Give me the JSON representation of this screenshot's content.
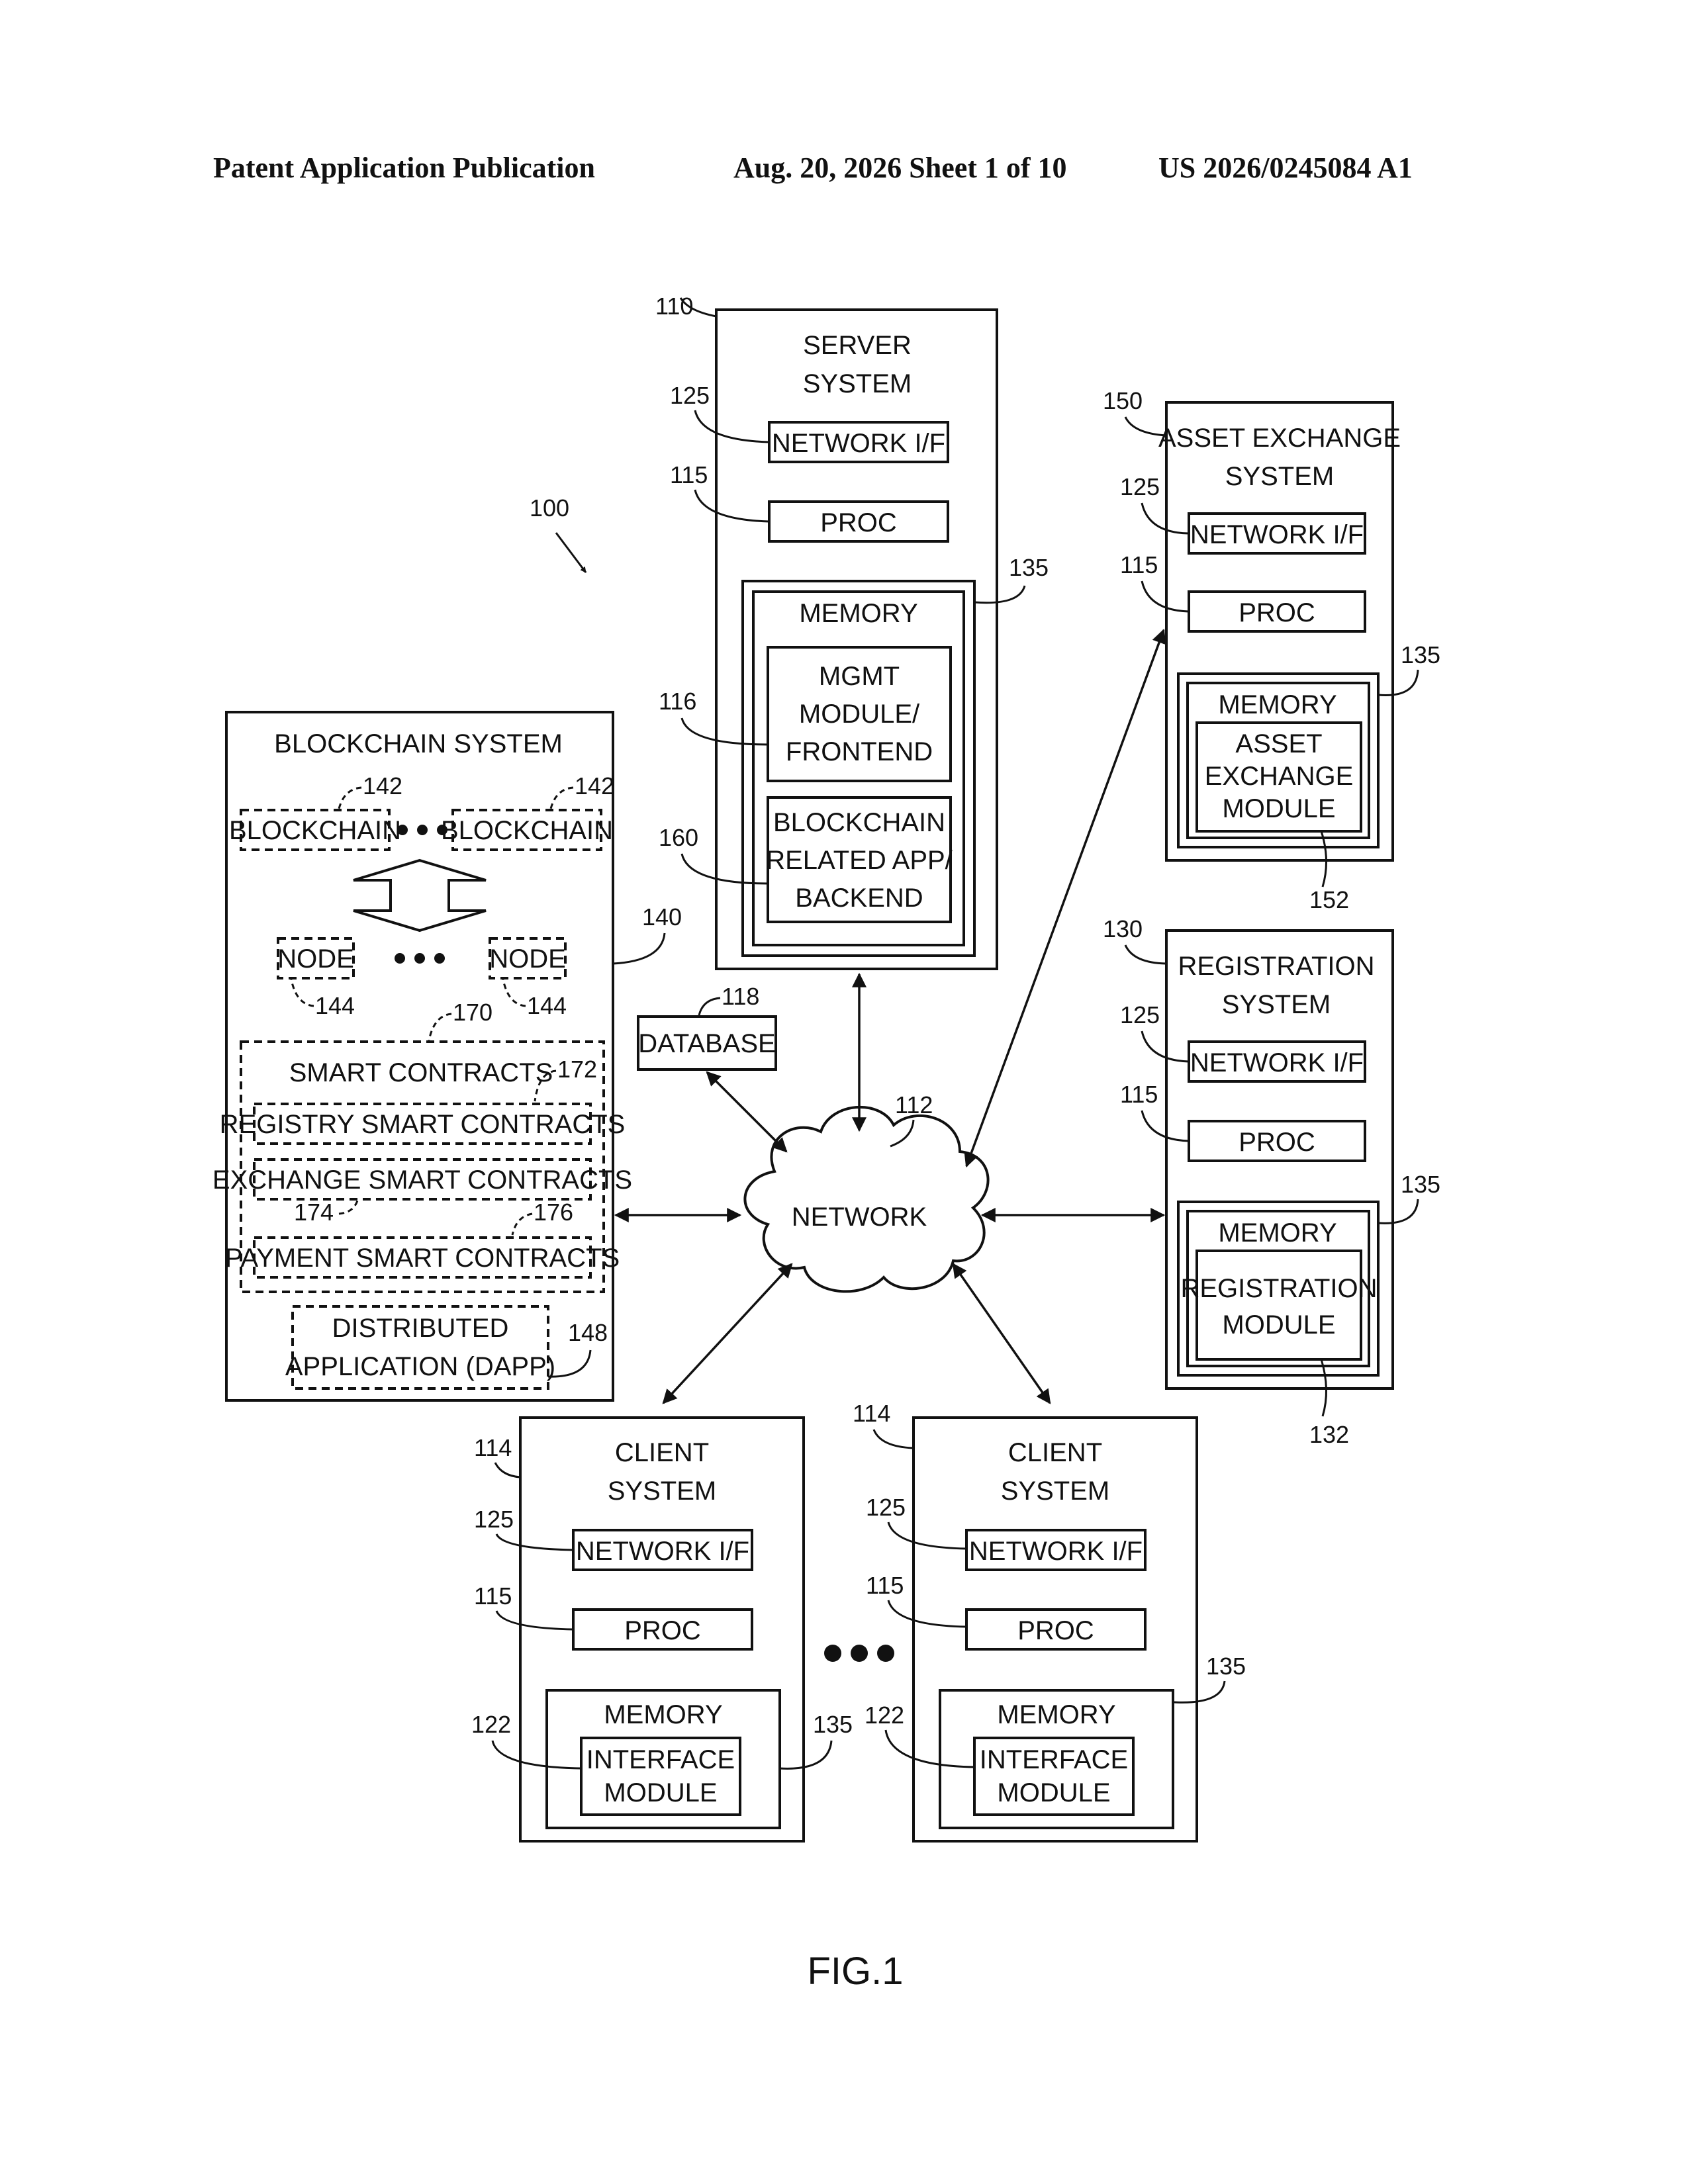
{
  "header": {
    "publication": "Patent Application Publication",
    "date_sheet": "Aug. 20, 2026  Sheet 1 of 10",
    "number": "US 2026/0245084 A1"
  },
  "refs": {
    "r100": "100",
    "r110": "110",
    "r112": "112",
    "r114": "114",
    "r115": "115",
    "r116": "116",
    "r118": "118",
    "r122": "122",
    "r125": "125",
    "r130": "130",
    "r132": "132",
    "r135": "135",
    "r140": "140",
    "r142": "142",
    "r144": "144",
    "r148": "148",
    "r150": "150",
    "r152": "152",
    "r160": "160",
    "r170": "170",
    "r172": "172",
    "r174": "174",
    "r176": "176"
  },
  "common": {
    "network_if": "NETWORK I/F",
    "proc": "PROC",
    "memory": "MEMORY"
  },
  "server": {
    "title_line1": "SERVER",
    "title_line2": "SYSTEM",
    "mgmt_line1": "MGMT",
    "mgmt_line2": "MODULE/",
    "mgmt_line3": "FRONTEND",
    "app_line1": "BLOCKCHAIN",
    "app_line2": "RELATED APP/",
    "app_line3": "BACKEND"
  },
  "asset_exchange": {
    "title_line1": "ASSET EXCHANGE",
    "title_line2": "SYSTEM",
    "module_line1": "ASSET",
    "module_line2": "EXCHANGE",
    "module_line3": "MODULE"
  },
  "registration": {
    "title_line1": "REGISTRATION",
    "title_line2": "SYSTEM",
    "module_line1": "REGISTRATION",
    "module_line2": "MODULE"
  },
  "blockchain_system": {
    "title": "BLOCKCHAIN SYSTEM",
    "blockchain": "BLOCKCHAIN",
    "node": "NODE",
    "smart_contracts": "SMART CONTRACTS",
    "registry": "REGISTRY SMART CONTRACTS",
    "exchange": "EXCHANGE SMART CONTRACTS",
    "payment": "PAYMENT SMART CONTRACTS",
    "dapp_line1": "DISTRIBUTED",
    "dapp_line2": "APPLICATION (DAPP)"
  },
  "database": {
    "label": "DATABASE"
  },
  "network": {
    "label": "NETWORK"
  },
  "client": {
    "title_line1": "CLIENT",
    "title_line2": "SYSTEM",
    "module_line1": "INTERFACE",
    "module_line2": "MODULE"
  },
  "figure": {
    "label": "FIG.1"
  }
}
